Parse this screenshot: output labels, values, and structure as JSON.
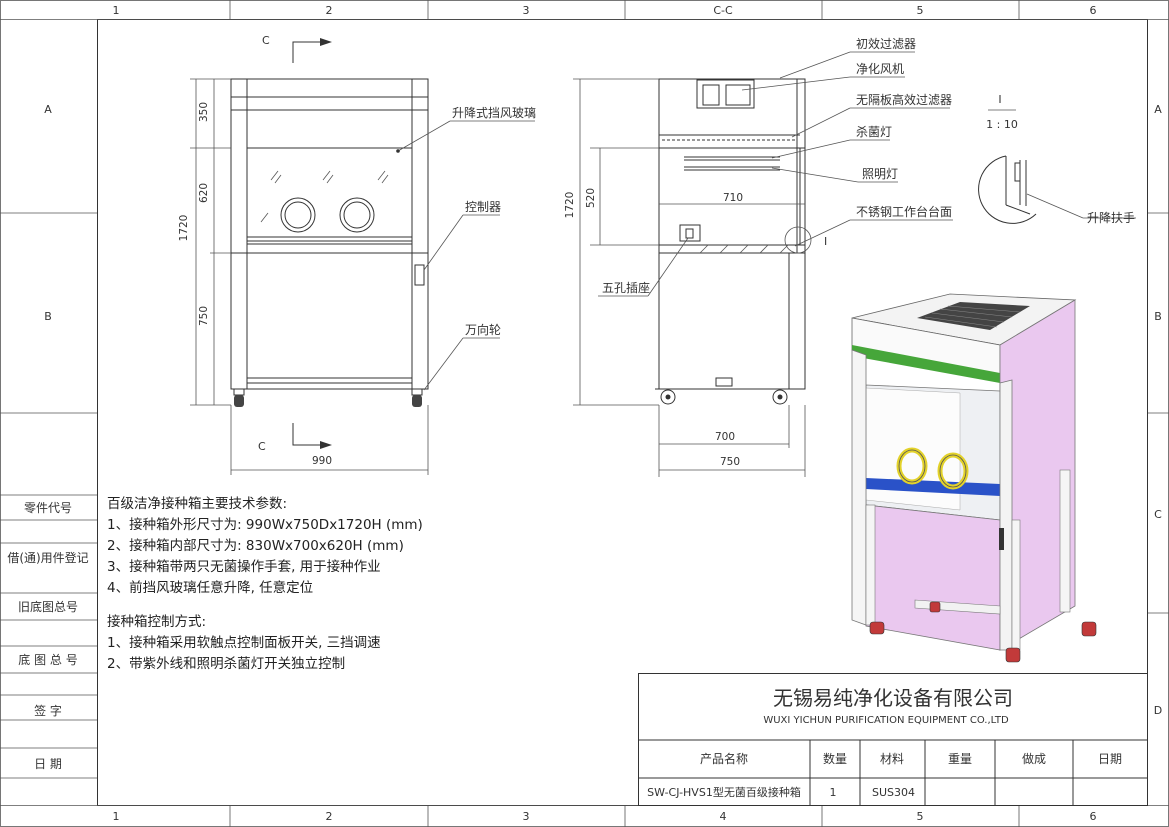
{
  "grid": {
    "cols": [
      "1",
      "2",
      "3",
      "4",
      "5",
      "6"
    ],
    "rows": [
      "A",
      "B",
      "C",
      "D"
    ],
    "section_mark": "C-C"
  },
  "left_stamp": [
    "零件代号",
    "借(通)用件登记",
    "旧底图总号",
    "底 图 总 号",
    "签    字",
    "日    期"
  ],
  "front_view": {
    "section_label": "C",
    "dims": {
      "top": "350",
      "mid": "620",
      "bottom": "750",
      "total": "1720",
      "width": "990"
    },
    "callouts": {
      "glass": "升降式挡风玻璃",
      "controller": "控制器",
      "wheel": "万向轮"
    }
  },
  "side_view": {
    "dims": {
      "total": "1720",
      "mid": "520",
      "inner": "710",
      "base": "700",
      "depth": "750"
    },
    "callouts": {
      "pre_filter": "初效过滤器",
      "fan": "净化风机",
      "hepa": "无隔板高效过滤器",
      "uv_lamp": "杀菌灯",
      "light": "照明灯",
      "table": "不锈钢工作台台面",
      "socket": "五孔插座"
    },
    "detail_tag": "I"
  },
  "detail": {
    "id": "I",
    "scale": "1 : 10",
    "callout": "升降扶手"
  },
  "specs": {
    "title": "百级洁净接种箱主要技术参数:",
    "lines": [
      "1、接种箱外形尺寸为: 990Wx750Dx1720H (mm)",
      "2、接种箱内部尺寸为: 830Wx700x620H (mm)",
      "3、接种箱带两只无菌操作手套, 用于接种作业",
      "4、前挡风玻璃任意升降, 任意定位"
    ],
    "control_title": "接种箱控制方式:",
    "control_lines": [
      "1、接种箱采用软触点控制面板开关, 三挡调速",
      "2、带紫外线和照明杀菌灯开关独立控制"
    ]
  },
  "title_block": {
    "company_cn": "无锡易纯净化设备有限公司",
    "company_en": "WUXI YICHUN PURIFICATION EQUIPMENT CO.,LTD",
    "headers": [
      "产品名称",
      "数量",
      "材料",
      "重量",
      "做成",
      "日期"
    ],
    "values": [
      "SW-CJ-HVS1型无菌百级接种箱",
      "1",
      "SUS304",
      "",
      "",
      ""
    ]
  },
  "colors": {
    "cabinet_side": "#eac8ef",
    "green_band": "#46a63a",
    "blue_band": "#2a52c8",
    "glove_ring": "#e3d22a",
    "caster": "#c23a3a"
  }
}
